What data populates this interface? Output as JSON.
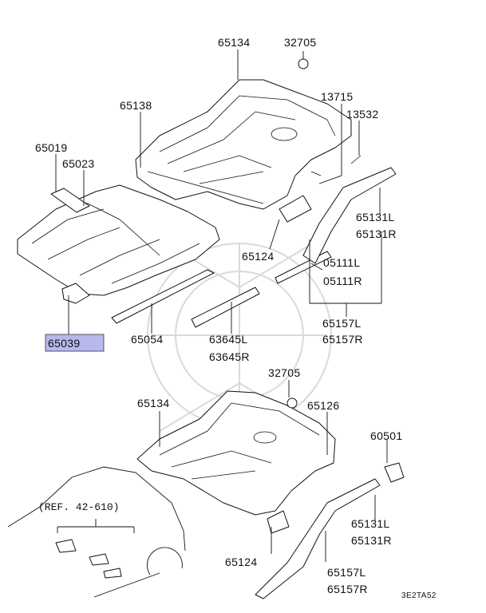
{
  "labels": {
    "p65134_top": "65134",
    "p32705_top": "32705",
    "p13715": "13715",
    "p13532": "13532",
    "p65138": "65138",
    "p65019": "65019",
    "p65023": "65023",
    "p65131L_top": "65131L",
    "p65131R_top": "65131R",
    "p65124_top": "65124",
    "p05111L": "05111L",
    "p05111R": "05111R",
    "p65039": "65039",
    "p65054": "65054",
    "p63645L": "63645L",
    "p63645R": "63645R",
    "p65157L_top": "65157L",
    "p65157R_top": "65157R",
    "p32705_bot": "32705",
    "p65134_bot": "65134",
    "p65126": "65126",
    "p60501": "60501",
    "p65131L_bot": "65131L",
    "p65131R_bot": "65131R",
    "p65124_bot": "65124",
    "p65157L_bot": "65157L",
    "p65157R_bot": "65157R",
    "ref": "(REF. 42-610)",
    "diagram_code": "3E2TA52"
  },
  "highlight_color": "#b8b8ee"
}
